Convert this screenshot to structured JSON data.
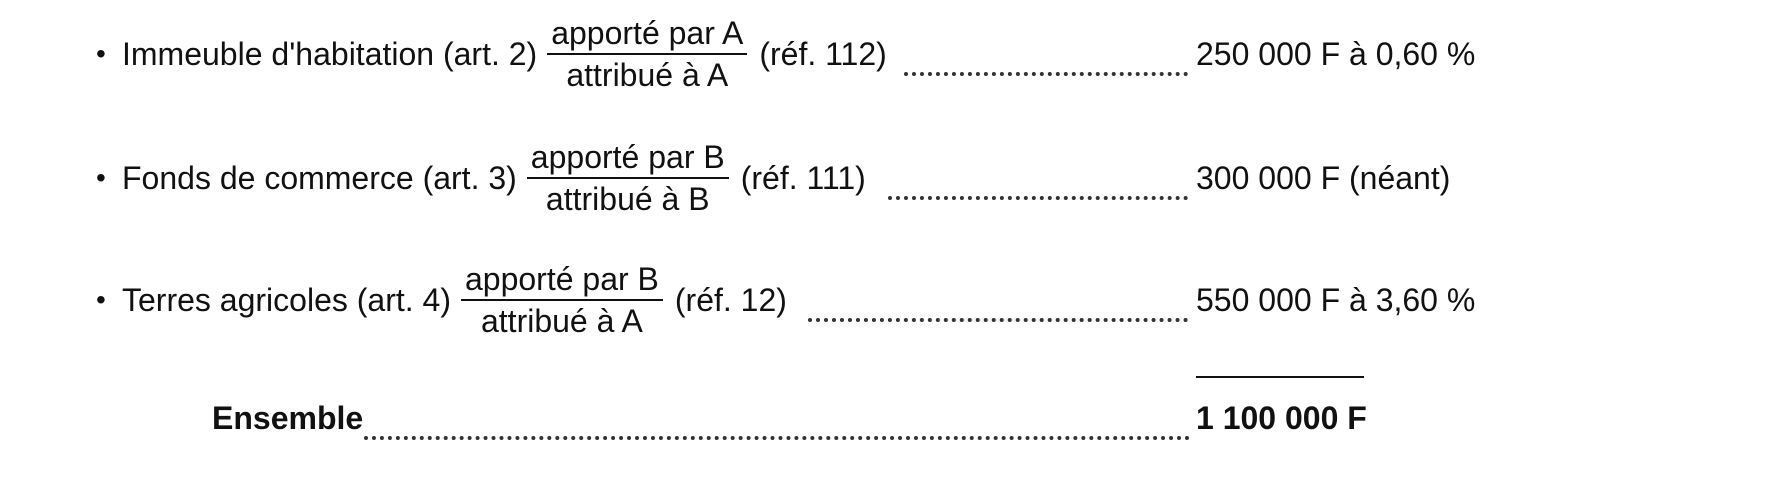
{
  "items": [
    {
      "label": "Immeuble d'habitation (art. 2)",
      "numerator": "apporté par A",
      "denominator": "attribué à A",
      "ref": "(réf. 112)",
      "amount": "250 000 F à 0,60 %"
    },
    {
      "label": "Fonds de commerce (art. 3)",
      "numerator": "apporté par B",
      "denominator": "attribué à B",
      "ref": "(réf. 111)",
      "amount": "300 000 F (néant)"
    },
    {
      "label": "Terres agricoles (art. 4)",
      "numerator": "apporté par B",
      "denominator": "attribué à A",
      "ref": "(réf. 12)",
      "amount": "550 000 F à 3,60 %"
    }
  ],
  "total": {
    "label": "Ensemble",
    "amount": "1 100 000 F"
  }
}
